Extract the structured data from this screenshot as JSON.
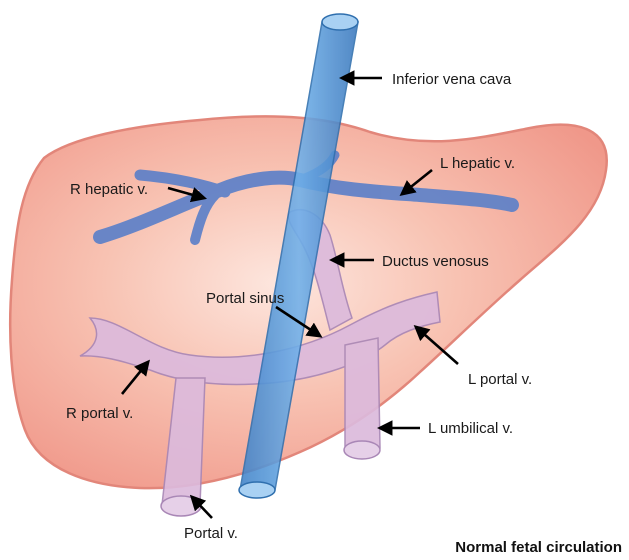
{
  "diagram": {
    "caption": "Normal fetal circulation",
    "labels": {
      "ivc": "Inferior vena cava",
      "l_hepatic": "L hepatic v.",
      "r_hepatic": "R hepatic v.",
      "ductus": "Ductus venosus",
      "portal_sinus": "Portal sinus",
      "l_portal": "L portal v.",
      "r_portal": "R portal v.",
      "l_umbilical": "L umbilical v.",
      "portal_vein": "Portal v."
    },
    "colors": {
      "liver_fill": "#f6b3a1",
      "liver_edge": "#e2867a",
      "vena_cava": "#4f92d6",
      "vena_cava_edge": "#2f6fae",
      "hepatic_veins": "#5a7fc9",
      "portal_system": "#d7b4d8",
      "portal_edge": "#a987b6"
    }
  }
}
